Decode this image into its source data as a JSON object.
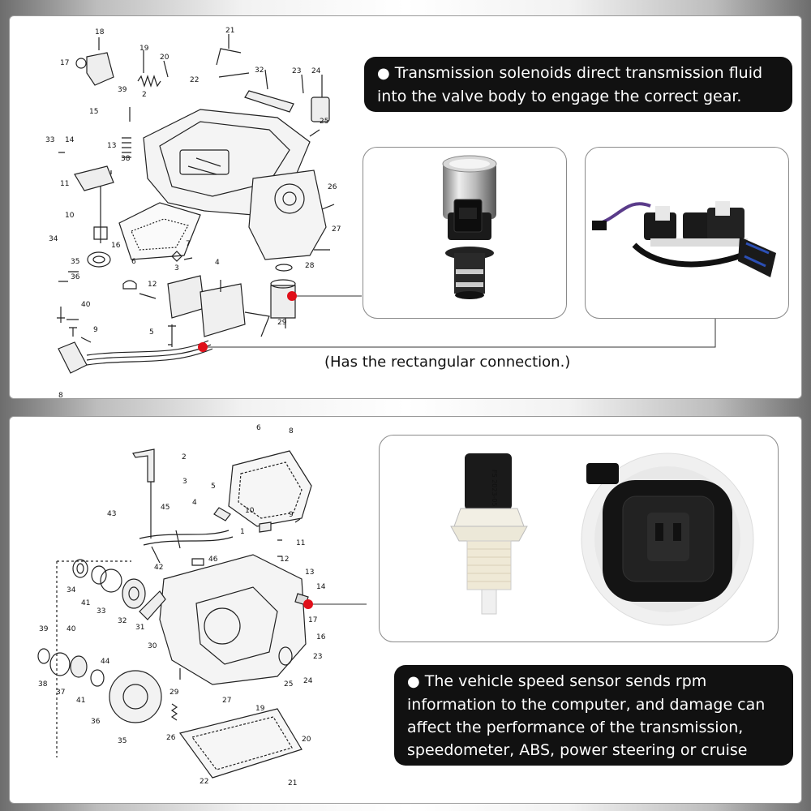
{
  "top": {
    "callout": "Transmission solenoids direct transmission fluid into the valve body to engage the correct gear.",
    "note": "(Has the rectangular connection.)",
    "diagram_labels": [
      "18",
      "17",
      "19",
      "20",
      "21",
      "22",
      "32",
      "23",
      "24",
      "25",
      "39",
      "2",
      "15",
      "14",
      "13",
      "33",
      "38",
      "11",
      "10",
      "26",
      "34",
      "16",
      "7",
      "27",
      "35",
      "36",
      "6",
      "28",
      "3",
      "4",
      "12",
      "29",
      "40",
      "9",
      "5",
      "8"
    ]
  },
  "bottom": {
    "callout": "The vehicle speed sensor sends rpm information to the computer, and damage can affect the performance of the transmission, speedometer, ABS, power steering or cruise control.",
    "sensor_marking": "FS 2023-05",
    "diagram_labels": [
      "6",
      "8",
      "2",
      "3",
      "5",
      "4",
      "10",
      "9",
      "45",
      "43",
      "1",
      "11",
      "12",
      "46",
      "42",
      "13",
      "14",
      "34",
      "41",
      "33",
      "32",
      "31",
      "17",
      "30",
      "16",
      "39",
      "40",
      "23",
      "44",
      "25",
      "24",
      "38",
      "37",
      "41",
      "29",
      "36",
      "27",
      "19",
      "35",
      "26",
      "20",
      "22",
      "21"
    ]
  },
  "colors": {
    "marker": "#e0101a",
    "callout_bg": "#111111",
    "callout_text": "#ffffff"
  }
}
